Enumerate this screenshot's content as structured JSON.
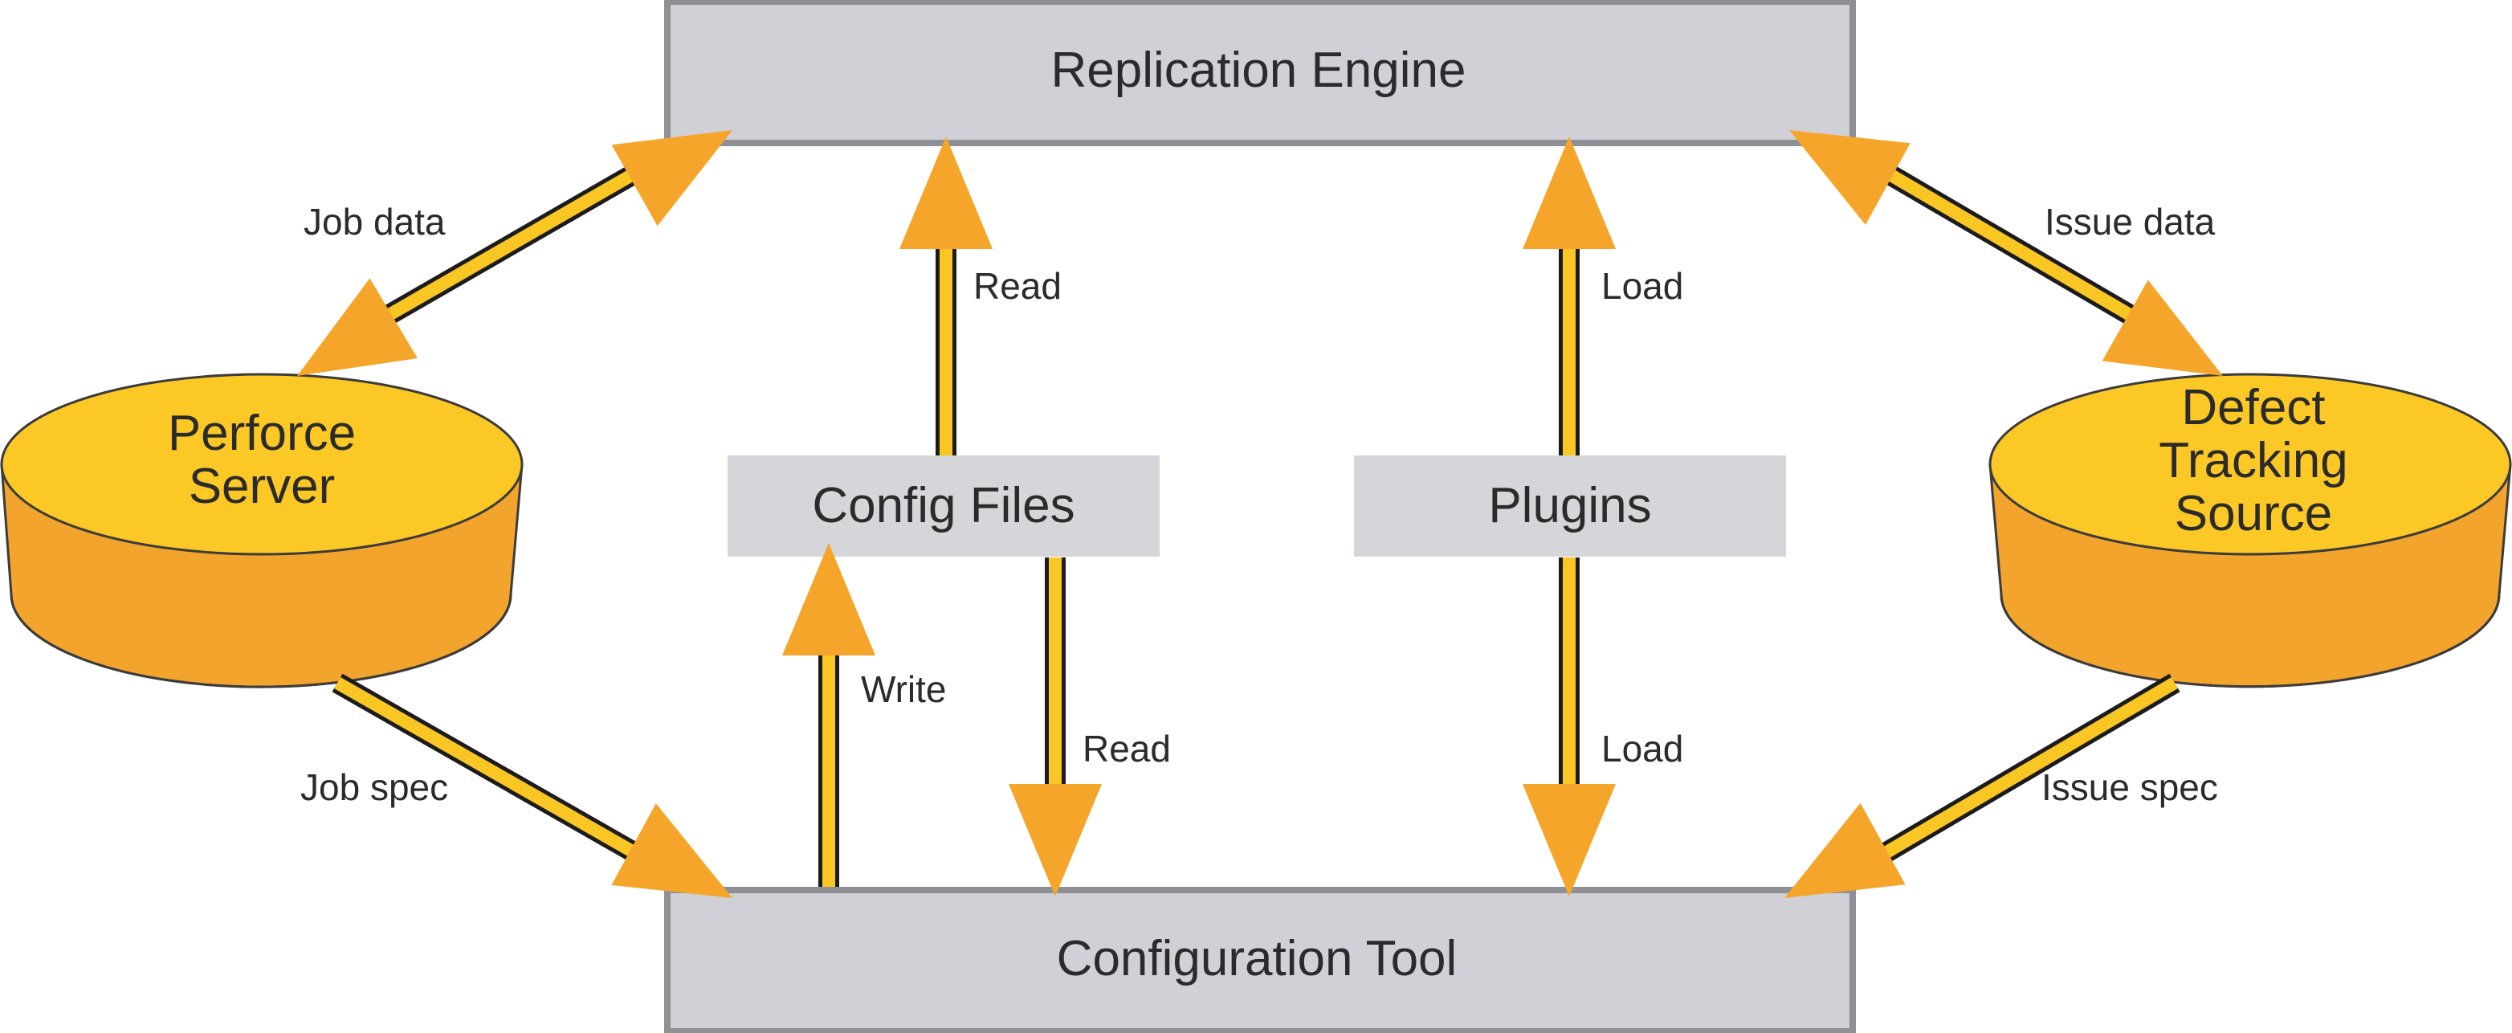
{
  "nodes": {
    "replication_engine": "Replication Engine",
    "configuration_tool": "Configuration Tool",
    "config_files": "Config Files",
    "plugins": "Plugins",
    "perforce_server": [
      "Perforce",
      "Server"
    ],
    "defect_tracking_source": [
      "Defect",
      "Tracking",
      "Source"
    ]
  },
  "edges": {
    "job_data": "Job data",
    "job_spec": "Job spec",
    "issue_data": "Issue data",
    "issue_spec": "Issue spec",
    "config_read_up": "Read",
    "config_write": "Write",
    "config_read_down": "Read",
    "plugins_load_up": "Load",
    "plugins_load_down": "Load"
  },
  "colors": {
    "box_fill": "#cfd1d6",
    "box_border": "#8e9096",
    "inner_box_fill": "#d4d6da",
    "arrow_fill": "#f5a62a",
    "arrow_core": "#fac624",
    "db_top": "#fbc825",
    "db_side": "#f3a42c",
    "outline": "#3b3b3b"
  }
}
